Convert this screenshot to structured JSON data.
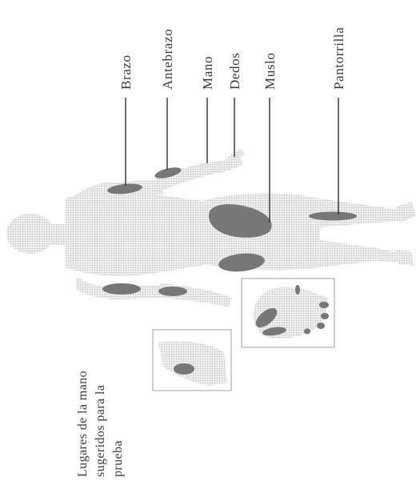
{
  "labels": {
    "brazo": "Brazo",
    "antebrazo": "Antebrazo",
    "mano": "Mano",
    "dedos": "Dedos",
    "muslo": "Muslo",
    "pantorrilla": "Pantorrilla"
  },
  "note": {
    "line1": "Lugares de la mano",
    "line2": "sugeridos para la",
    "line3": "prueba"
  },
  "colors": {
    "body_fill": "#e6e6e6",
    "site_fill": "#777777",
    "text": "#3a3a3a",
    "box_stroke": "#9c9c9c"
  }
}
